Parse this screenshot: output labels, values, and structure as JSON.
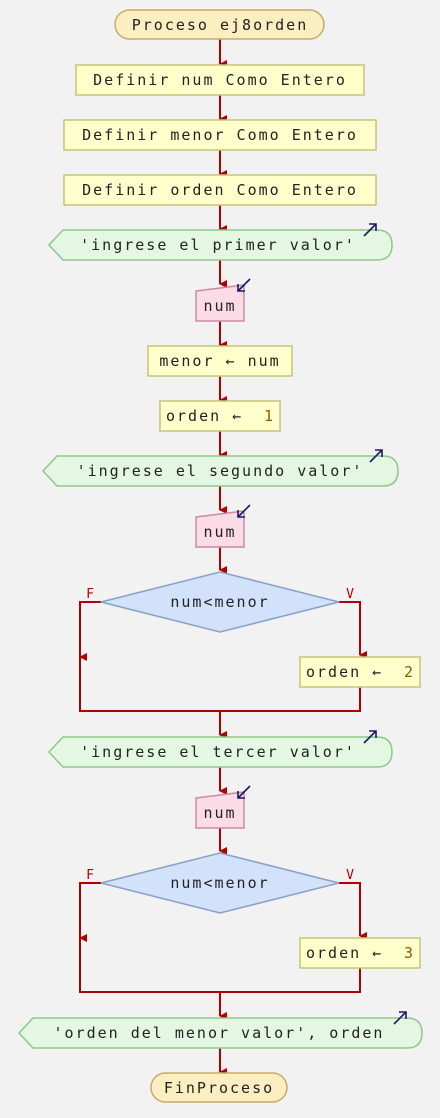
{
  "nodes": {
    "start": "Proceso ej8orden",
    "def_num": "Definir num Como Entero",
    "def_menor": "Definir menor Como Entero",
    "def_orden": "Definir orden Como Entero",
    "out1": "'ingrese el primer valor'",
    "in1": "num",
    "assign_menor": "menor ← num",
    "assign_orden1_var": "orden ←",
    "assign_orden1_val": "1",
    "out2": "'ingrese el segundo valor'",
    "in2": "num",
    "cond1": "num<menor",
    "cond1_false": "F",
    "cond1_true": "V",
    "assign_orden2_var": "orden ←",
    "assign_orden2_val": "2",
    "out3": "'ingrese el tercer valor'",
    "in3": "num",
    "cond2": "num<menor",
    "cond2_false": "F",
    "cond2_true": "V",
    "assign_orden3_var": "orden ←",
    "assign_orden3_val": "3",
    "out4": "'orden del menor valor', orden",
    "end": "FinProceso"
  },
  "colors": {
    "terminal_fill": "#fbeec0",
    "process_fill": "#ffffcc",
    "process_stroke": "#c7c27a",
    "io_out_fill": "#e4f7e2",
    "io_out_stroke": "#8fc88a",
    "io_in_fill": "#fadbe6",
    "io_in_stroke": "#c98aa6",
    "decision_fill": "#d2e2fb",
    "decision_stroke": "#8aa0c8",
    "flow_line": "#b10000",
    "number_text": "#8a5a00"
  }
}
